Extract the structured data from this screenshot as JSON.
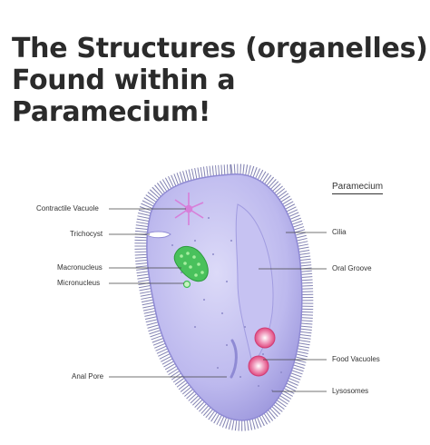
{
  "title": {
    "line1": "The Structures (organelles)",
    "line2": "Found within a",
    "line3": "Paramecium!"
  },
  "diagram": {
    "name": "Paramecium",
    "labels_left": {
      "contractile_vacuole": "Contractile Vacuole",
      "trichocyst": "Trichocyst",
      "macronucleus": "Macronucleus",
      "micronucleus": "Micronucleus",
      "anal_pore": "Anal Pore"
    },
    "labels_right": {
      "cilia": "Cilia",
      "oral_groove": "Oral Groove",
      "food_vacuoles": "Food Vacuoles",
      "lysosomes": "Lysosomes"
    }
  },
  "colors": {
    "title_text": "#2b2b2b",
    "cell_body": "#b9b6ec",
    "cell_inner": "#d6d4f6",
    "cilia": "#6f6fa6",
    "macronucleus": "#3fbf55",
    "food_vacuole": "#e35b8d",
    "contractile_vacuole": "#d77fd9"
  }
}
